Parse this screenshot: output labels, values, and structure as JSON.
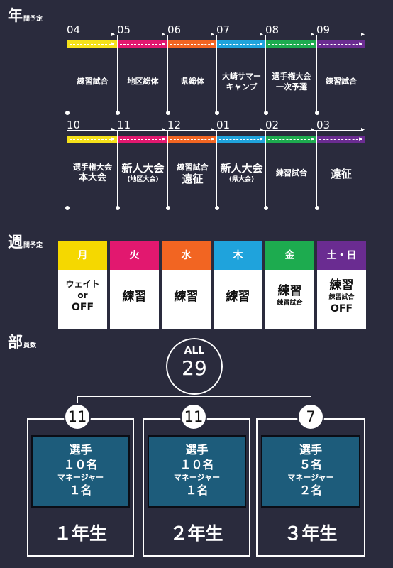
{
  "year_section": {
    "title_big": "年",
    "title_small": "間予定"
  },
  "week_section": {
    "title_big": "週",
    "title_small": "間予定"
  },
  "members_section": {
    "title_big": "部",
    "title_small": "員数"
  },
  "timeline_row1": [
    {
      "month": "04",
      "color": "#f5e11a",
      "event_lines": [
        "練習試合"
      ]
    },
    {
      "month": "05",
      "color": "#e2186f",
      "event_lines": [
        "地区総体"
      ]
    },
    {
      "month": "06",
      "color": "#f26522",
      "event_lines": [
        "県総体"
      ]
    },
    {
      "month": "07",
      "color": "#1fa3dc",
      "event_lines": [
        "大崎サマー",
        "キャンプ"
      ]
    },
    {
      "month": "08",
      "color": "#1dab4f",
      "event_lines": [
        "選手権大会",
        "一次予選"
      ]
    },
    {
      "month": "09",
      "color": "#6a2c91",
      "event_lines": [
        "練習試合"
      ]
    }
  ],
  "timeline_row2": [
    {
      "month": "10",
      "color": "#f5e11a",
      "event_lines": [
        "選手権大会",
        "本大会"
      ]
    },
    {
      "month": "11",
      "color": "#e2186f",
      "event_lines": [
        "新人大会",
        "(地区大会)"
      ]
    },
    {
      "month": "12",
      "color": "#f26522",
      "event_lines": [
        "練習試合",
        "遠征"
      ]
    },
    {
      "month": "01",
      "color": "#1fa3dc",
      "event_lines": [
        "新人大会",
        "(県大会)"
      ]
    },
    {
      "month": "02",
      "color": "#1dab4f",
      "event_lines": [
        "練習試合"
      ]
    },
    {
      "month": "03",
      "color": "#6a2c91",
      "event_lines": [
        "遠征"
      ]
    }
  ],
  "week_days": [
    {
      "day": "月",
      "color": "#f5d800",
      "lines": [
        "ウェイト",
        "or",
        "OFF"
      ]
    },
    {
      "day": "火",
      "color": "#e2186f",
      "lines": [
        "練習"
      ]
    },
    {
      "day": "水",
      "color": "#f26522",
      "lines": [
        "練習"
      ]
    },
    {
      "day": "木",
      "color": "#1fa3dc",
      "lines": [
        "練習"
      ]
    },
    {
      "day": "金",
      "color": "#1dab4f",
      "lines": [
        "練習",
        "練習試合"
      ]
    },
    {
      "day": "土・日",
      "color": "#6a2c91",
      "lines": [
        "練習",
        "練習試合",
        "OFF"
      ]
    }
  ],
  "members_total": {
    "label": "ALL",
    "count": "29"
  },
  "member_groups": [
    {
      "count": "11",
      "players_label": "選手",
      "players": "１０名",
      "manager_label": "マネージャー",
      "managers": "１名",
      "grade": "１年生"
    },
    {
      "count": "11",
      "players_label": "選手",
      "players": "１０名",
      "manager_label": "マネージャー",
      "managers": "１名",
      "grade": "２年生"
    },
    {
      "count": "7",
      "players_label": "選手",
      "players": "５名",
      "manager_label": "マネージャー",
      "managers": "２名",
      "grade": "３年生"
    }
  ]
}
